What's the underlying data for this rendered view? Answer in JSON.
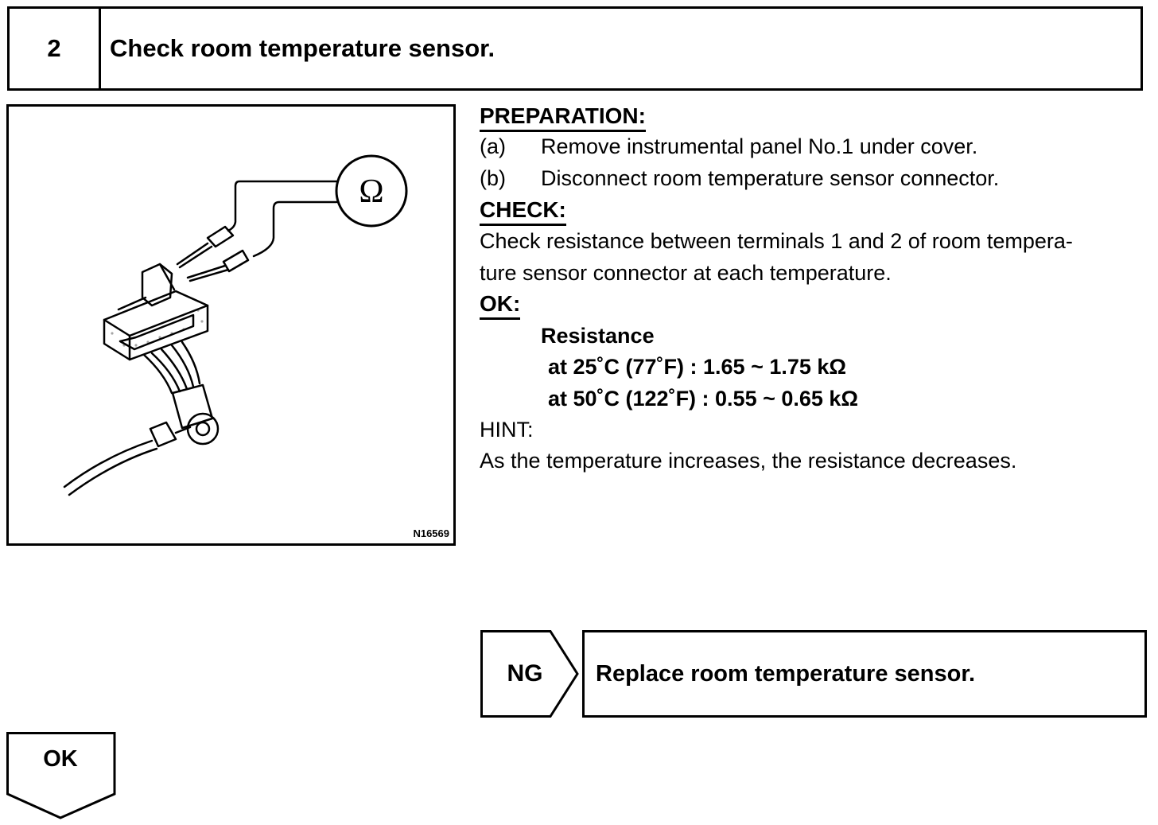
{
  "step": {
    "number": "2",
    "title": "Check room temperature sensor."
  },
  "figure": {
    "code": "N16569",
    "meter_symbol": "Ω"
  },
  "preparation": {
    "heading": "PREPARATION:",
    "items": [
      {
        "label": "(a)",
        "text": "Remove instrumental panel No.1 under cover."
      },
      {
        "label": "(b)",
        "text": "Disconnect room temperature sensor connector."
      }
    ]
  },
  "check": {
    "heading": "CHECK:",
    "lines": [
      "Check resistance between terminals 1 and 2 of room tempera-",
      "ture sensor connector at each temperature."
    ]
  },
  "ok_spec": {
    "heading": "OK:",
    "title": "Resistance",
    "rows": [
      "at 25˚C (77˚F) : 1.65 ~ 1.75 kΩ",
      "at 50˚C (122˚F) : 0.55 ~ 0.65 kΩ"
    ]
  },
  "hint": {
    "heading": "HINT:",
    "text": "As the temperature increases, the resistance decreases."
  },
  "ng_branch": {
    "label": "NG",
    "action": "Replace room temperature sensor."
  },
  "ok_branch": {
    "label": "OK"
  }
}
